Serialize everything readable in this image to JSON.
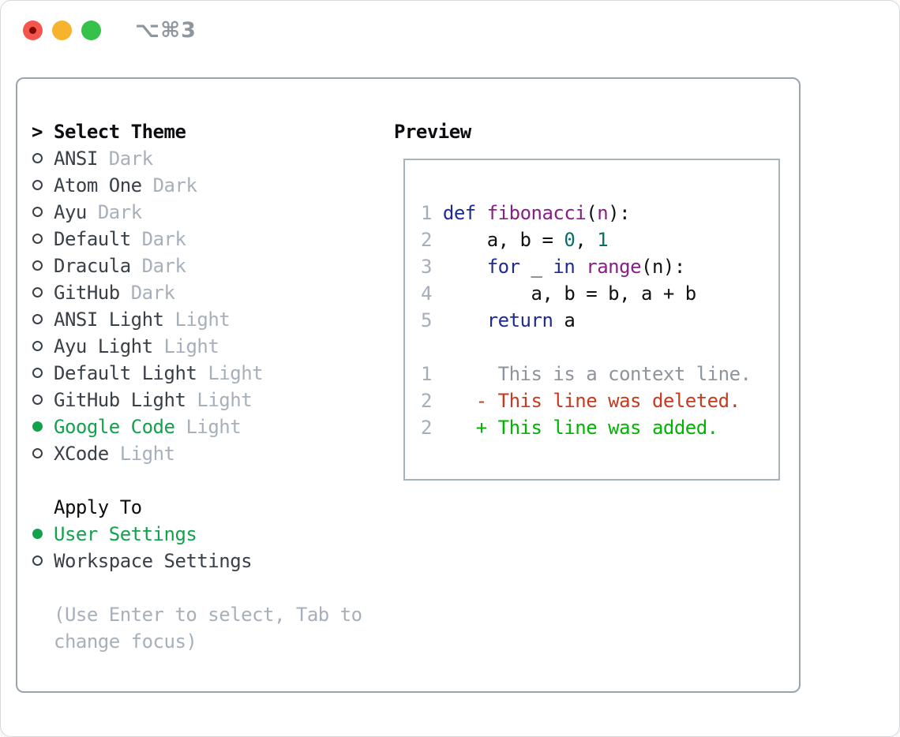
{
  "window": {
    "title": "⌥⌘3",
    "traffic_lights": [
      "close",
      "minimize",
      "zoom"
    ]
  },
  "theme_picker": {
    "header": "Select Theme",
    "cursor": ">",
    "themes": [
      {
        "name": "ANSI",
        "variant": "Dark",
        "selected": false
      },
      {
        "name": "Atom One",
        "variant": "Dark",
        "selected": false
      },
      {
        "name": "Ayu",
        "variant": "Dark",
        "selected": false
      },
      {
        "name": "Default",
        "variant": "Dark",
        "selected": false
      },
      {
        "name": "Dracula",
        "variant": "Dark",
        "selected": false
      },
      {
        "name": "GitHub",
        "variant": "Dark",
        "selected": false
      },
      {
        "name": "ANSI Light",
        "variant": "Light",
        "selected": false
      },
      {
        "name": "Ayu Light",
        "variant": "Light",
        "selected": false
      },
      {
        "name": "Default Light",
        "variant": "Light",
        "selected": false
      },
      {
        "name": "GitHub Light",
        "variant": "Light",
        "selected": false
      },
      {
        "name": "Google Code",
        "variant": "Light",
        "selected": true
      },
      {
        "name": "XCode",
        "variant": "Light",
        "selected": false
      }
    ],
    "apply_to": {
      "header": "Apply To",
      "options": [
        {
          "label": "User Settings",
          "selected": true
        },
        {
          "label": "Workspace Settings",
          "selected": false
        }
      ]
    },
    "help": "(Use Enter to select, Tab to change focus)"
  },
  "preview": {
    "header": "Preview",
    "lines": [
      {
        "tokens": [
          {
            "t": "1 ",
            "c": "ln"
          },
          {
            "t": "def",
            "c": "kw"
          },
          {
            "t": " ",
            "c": "pl"
          },
          {
            "t": "fibonacci",
            "c": "fn"
          },
          {
            "t": "(",
            "c": "pl"
          },
          {
            "t": "n",
            "c": "fn"
          },
          {
            "t": "):",
            "c": "pl"
          }
        ]
      },
      {
        "tokens": [
          {
            "t": "2 ",
            "c": "ln"
          },
          {
            "t": "    a, b = ",
            "c": "pl"
          },
          {
            "t": "0",
            "c": "lit"
          },
          {
            "t": ", ",
            "c": "pl"
          },
          {
            "t": "1",
            "c": "lit"
          }
        ]
      },
      {
        "tokens": [
          {
            "t": "3 ",
            "c": "ln"
          },
          {
            "t": "    ",
            "c": "pl"
          },
          {
            "t": "for",
            "c": "kw"
          },
          {
            "t": " _ ",
            "c": "pl"
          },
          {
            "t": "in",
            "c": "kw"
          },
          {
            "t": " ",
            "c": "pl"
          },
          {
            "t": "range",
            "c": "fn"
          },
          {
            "t": "(n):",
            "c": "pl"
          }
        ]
      },
      {
        "tokens": [
          {
            "t": "4 ",
            "c": "ln"
          },
          {
            "t": "        a, b = b, a + b",
            "c": "pl"
          }
        ]
      },
      {
        "tokens": [
          {
            "t": "5 ",
            "c": "ln"
          },
          {
            "t": "    ",
            "c": "pl"
          },
          {
            "t": "return",
            "c": "kw"
          },
          {
            "t": " a",
            "c": "pl"
          }
        ]
      },
      {
        "tokens": []
      },
      {
        "tokens": [
          {
            "t": "1",
            "c": "ln"
          },
          {
            "t": "      This is a context line.",
            "c": "ctx"
          }
        ]
      },
      {
        "tokens": [
          {
            "t": "2",
            "c": "ln"
          },
          {
            "t": "    - This line was deleted.",
            "c": "del"
          }
        ]
      },
      {
        "tokens": [
          {
            "t": "2",
            "c": "ln"
          },
          {
            "t": "    + This line was added.",
            "c": "add"
          }
        ]
      }
    ]
  },
  "colors": {
    "accent_green": "#12a24b",
    "diff_added_green": "#00b400",
    "diff_deleted_red": "#c8391f",
    "keyword_blue": "#1e2a9a",
    "function_purple": "#871f87",
    "literal_teal": "#0a6e66",
    "line_number_gray": "#a4aebb",
    "muted_gray": "#a7b0ba",
    "context_gray": "#8d949c",
    "item_text": "#3a4047",
    "heading_text": "#0c0d10",
    "panel_border": "#9aa3ae",
    "preview_border": "#aab2ba",
    "title_gray": "#8e969e",
    "traffic_red": "#f4554d",
    "traffic_red_dot": "#7c0b06",
    "traffic_yellow": "#f7b32c",
    "traffic_green": "#36c24a"
  }
}
